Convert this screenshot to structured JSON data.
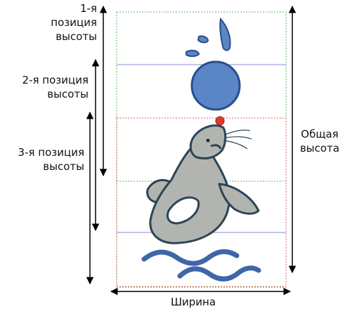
{
  "labels": {
    "pos1_line1": "1-я",
    "pos1_line2": "позиция",
    "pos1_line3": "высоты",
    "pos2_line1": "2-я позиция",
    "pos2_line2": "высоты",
    "pos3_line1": "3-я позиция",
    "pos3_line2": "высоты",
    "total_line1": "Общая",
    "total_line2": "высота",
    "width": "Ширина"
  },
  "colors": {
    "ball": "#5a86c8",
    "ball_stroke": "#2a4e88",
    "seal": "#b2b4b0",
    "seal_stroke": "#2a4555",
    "water": "#3f66a8",
    "nose": "#e23a2a",
    "green_guide": "#5ab85a",
    "red_guide": "#e06060",
    "blue_guide": "#8a8ad8"
  }
}
